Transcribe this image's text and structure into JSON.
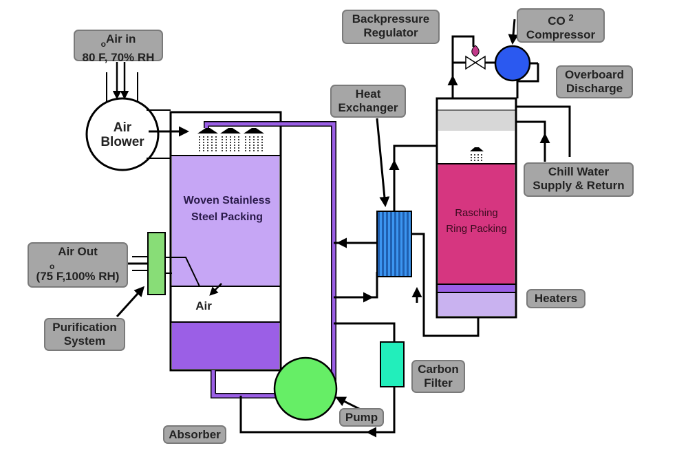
{
  "labels": {
    "air_in": {
      "line1": "Air in",
      "deg": "o",
      "line2": "80 F, 70% RH"
    },
    "air_out": {
      "line1": "Air Out",
      "deg": "o",
      "line2": "(75 F,100% RH)"
    },
    "purification": {
      "line1": "Purification",
      "line2": "System"
    },
    "absorber": "Absorber",
    "pump": "Pump",
    "carbon_filter": {
      "line1": "Carbon",
      "line2": "Filter"
    },
    "heat_exchanger": {
      "line1": "Heat",
      "line2": "Exchanger"
    },
    "backpressure": {
      "line1": "Backpressure",
      "line2": "Regulator"
    },
    "co2": {
      "line1": "CO",
      "sup": "2",
      "line2": "Compressor"
    },
    "overboard": {
      "line1": "Overboard",
      "line2": "Discharge"
    },
    "chill_water": {
      "line1": "Chill Water",
      "line2": "Supply & Return"
    },
    "heaters": "Heaters"
  },
  "text": {
    "air_blower_1": "Air",
    "air_blower_2": "Blower",
    "woven_1": "Woven Stainless",
    "woven_2": "Steel Packing",
    "air": "Air",
    "rasching_1": "Rasching",
    "rasching_2": "Ring Packing"
  },
  "colors": {
    "packing_light": "#c6a6f5",
    "liquid_purple": "#9b5fe6",
    "pipe_purple": "#9b5fe6",
    "rasching_pink": "#d63680",
    "heater_lavender": "#c9b2f0",
    "heat_exchanger_blue": "#2e7fd8",
    "pump_green": "#66ee66",
    "filter_teal": "#22eebb",
    "purifier_green": "#88dd77",
    "compressor_blue": "#2b59f0",
    "valve_magenta": "#c23a8a",
    "label_gray": "#a6a6a6"
  }
}
